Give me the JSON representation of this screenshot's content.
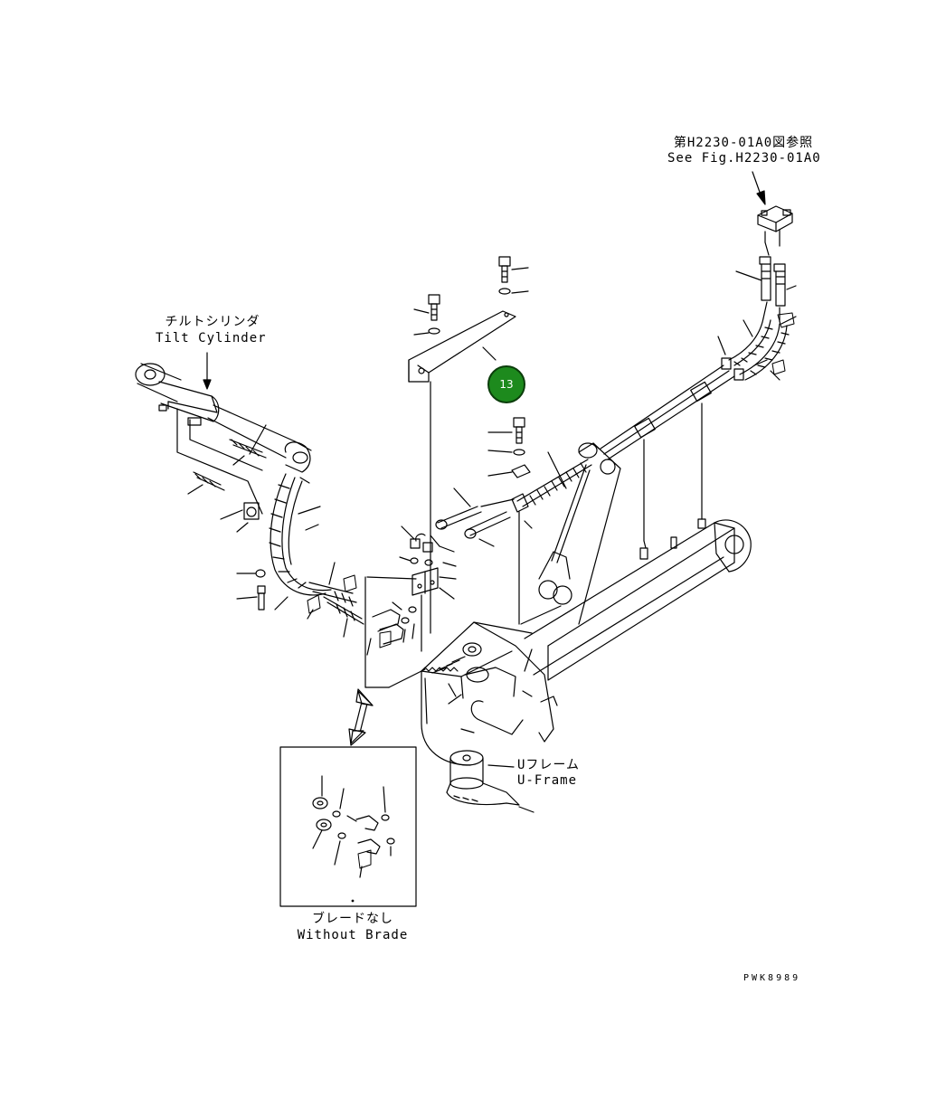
{
  "labels": {
    "see_fig_jp": "第H2230-01A0図参照",
    "see_fig_en": "See Fig.H2230-01A0",
    "tilt_cylinder_jp": "チルトシリンダ",
    "tilt_cylinder_en": "Tilt Cylinder",
    "u_frame_jp": "Uフレーム",
    "u_frame_en": "U-Frame",
    "without_blade_jp": "ブレードなし",
    "without_blade_en": "Without Brade"
  },
  "callout": {
    "number": "13",
    "color": "#1d8a1d"
  },
  "reference_code": "PWK8989"
}
